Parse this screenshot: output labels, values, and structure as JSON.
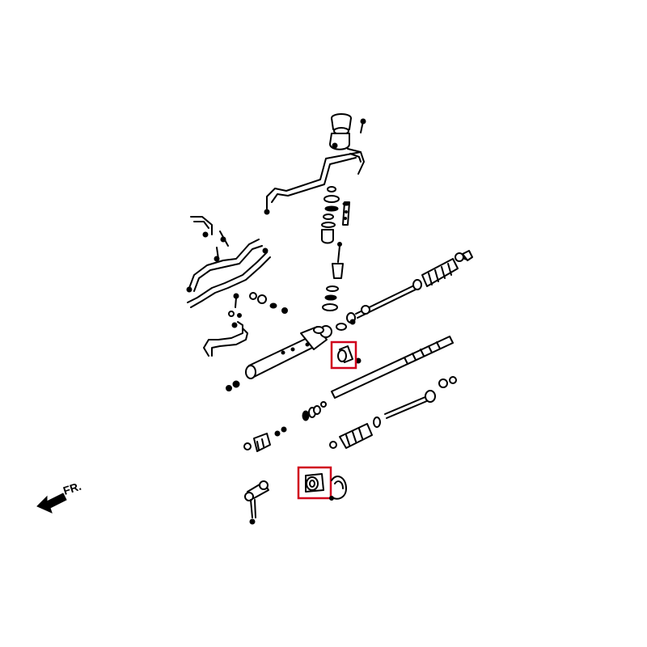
{
  "direction_label": "FR.",
  "highlight_color": "#d0021b",
  "highlights": [
    {
      "part": "rack-housing-bushing"
    },
    {
      "part": "mount-bushing"
    }
  ]
}
